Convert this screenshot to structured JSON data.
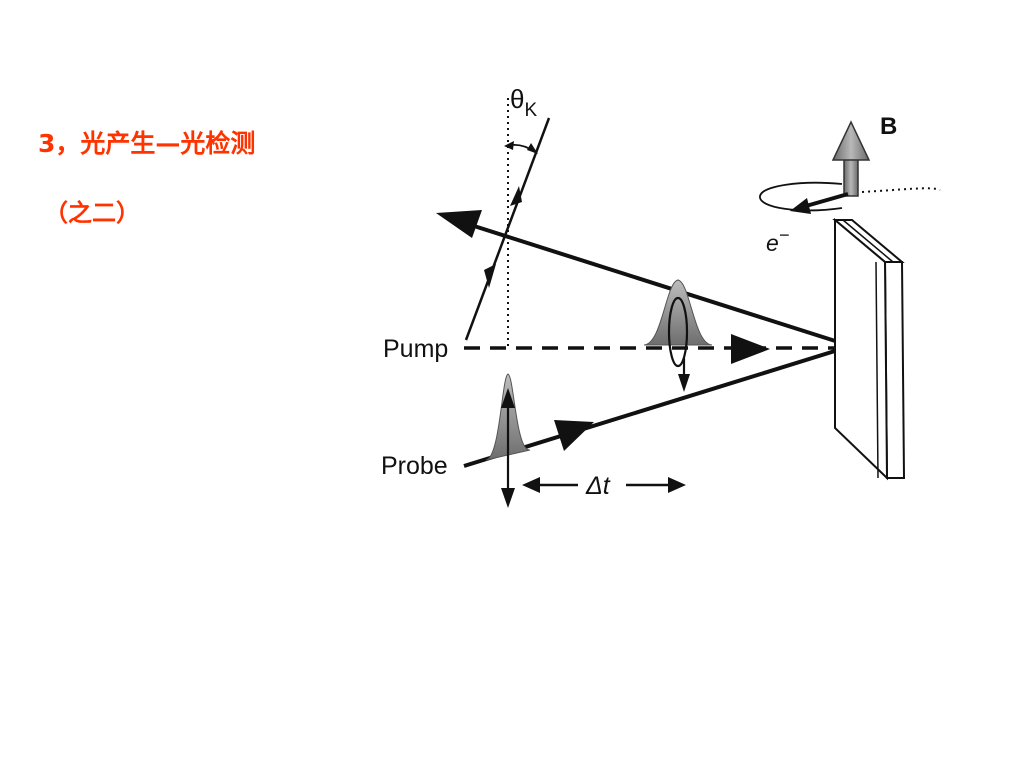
{
  "slide": {
    "title": "3，光产生—光检测",
    "subtitle": "（之二）"
  },
  "diagram": {
    "theta_label": "θ",
    "theta_subscript": "K",
    "field_label": "B",
    "electron_label": "e",
    "electron_superscript": "−",
    "pump_label": "Pump",
    "probe_label": "Probe",
    "delay_label": "Δt",
    "accent_color": "#ff3300",
    "ink_color": "#111111",
    "arrow_gray": "#8a8a8a"
  }
}
